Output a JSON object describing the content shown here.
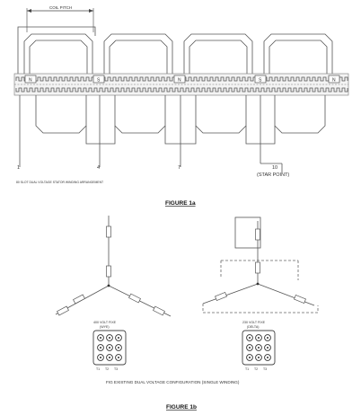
{
  "fig1a": {
    "caption": "FIGURE 1a",
    "pitch_label": "COIL PITCH",
    "phase_tags": [
      "N",
      "S",
      "N",
      "S",
      "N"
    ],
    "terminals": [
      "1",
      "4",
      "7",
      "10"
    ],
    "star_label": "(STAR POINT)",
    "note": "80 SLOT DUAL VOLTAGE STATOR WINDING ARRANGEMENT"
  },
  "fig1b": {
    "caption": "FIGURE 1b",
    "high_title_1": "400 VOLT FIXE",
    "high_title_2": "(WYE)",
    "low_title_1": "230 VOLT FIXE",
    "low_title_2": "(DELTA)",
    "terminal_labels": [
      "T1",
      "T2",
      "T3"
    ],
    "subcaption": "FIG EXISTING DUAL VOLTAGE CONFIGURATION (SINGLE WINDING)"
  }
}
